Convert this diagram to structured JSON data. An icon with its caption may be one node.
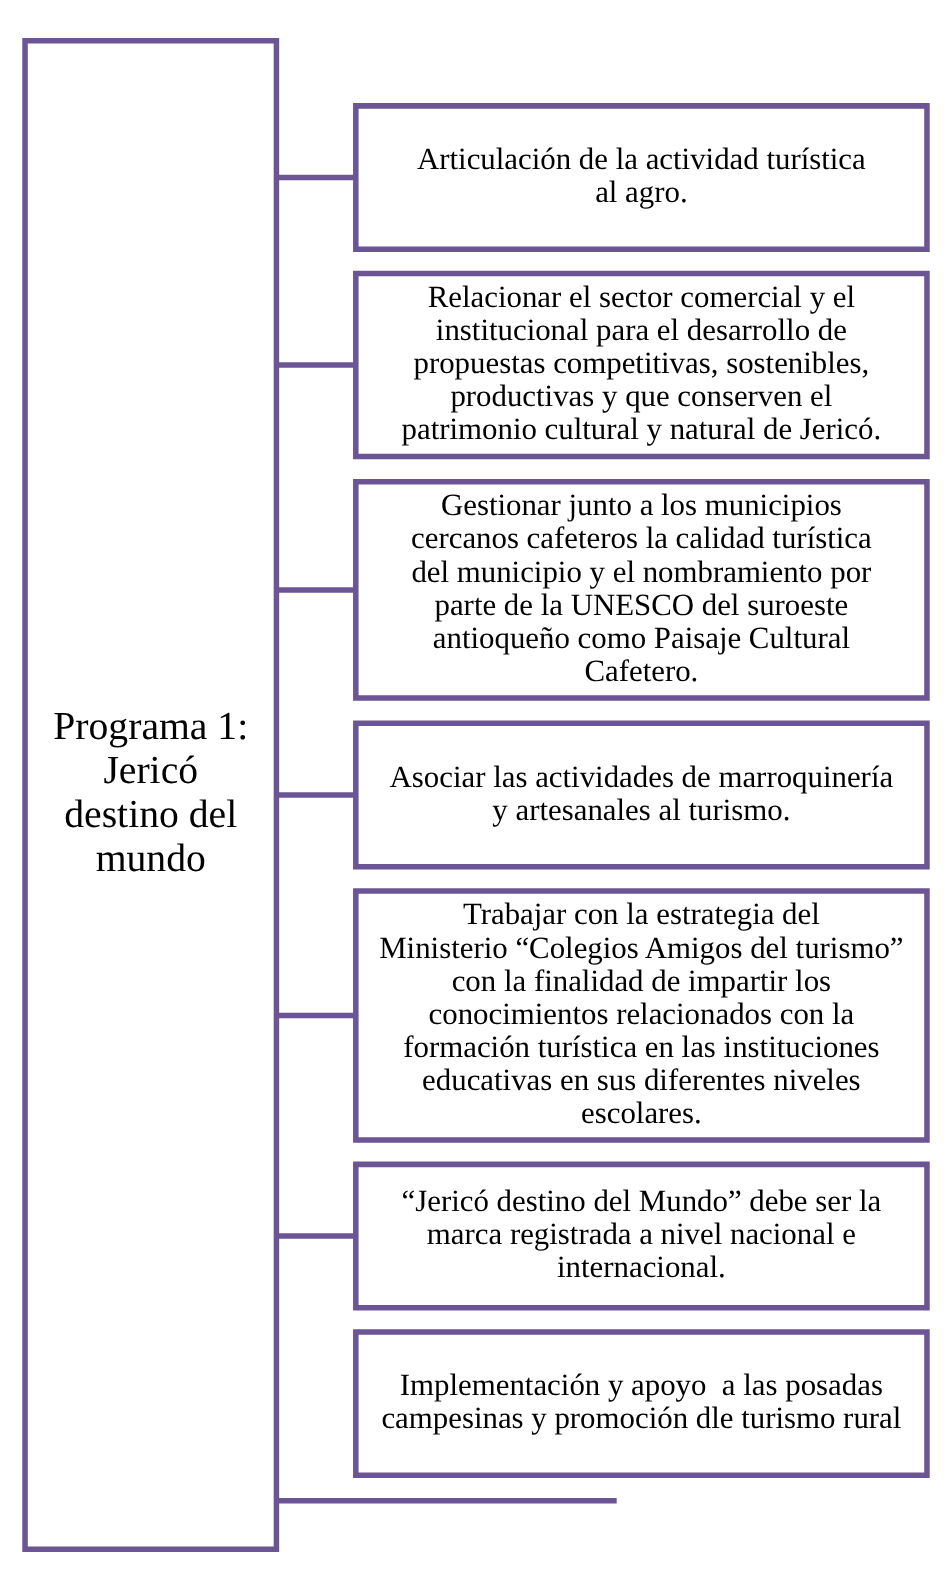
{
  "diagram": {
    "nodes": [
      {
        "text": [
          "Programa 1: Jericó destino del mundo"
        ]
      },
      {
        "text": [
          "Articulación de la actividad turística al agro."
        ]
      },
      {
        "text": [
          "Relacionar el sector comercial y el institucional para el desarrollo de propuestas competitivas, sostenibles, productivas y que conserven el patrimonio cultural y natural de Jericó."
        ]
      },
      {
        "text": [
          "Gestionar junto a los municipios cercanos cafeteros la calidad turística del municipio y el nombramiento por parte de la UNESCO del suroeste antioqueño como Paisaje Cultural Cafetero."
        ]
      },
      {
        "text": [
          "Asociar las actividades de marroquinería y artesanales al turismo."
        ]
      },
      {
        "text": [
          "Trabajar con la estrategia del Ministerio “Colegios Amigos del turismo” con la finalidad de impartir los conocimientos relacionados con la formación turística en las instituciones educativas en sus diferentes niveles escolares."
        ]
      },
      {
        "text": [
          "“Jericó destino del Mundo” debe ser la marca registrada a nivel nacional e internacional."
        ]
      },
      {
        "text": [
          "Implementación y apoyo  a las posadas campesinas y promoción dle turismo rural"
        ]
      }
    ],
    "edges": [
      {
        "from": 0,
        "to": 1,
        "arrow": "none"
      },
      {
        "from": 0,
        "to": 2,
        "arrow": "none"
      },
      {
        "from": 0,
        "to": 3,
        "arrow": "none"
      },
      {
        "from": 0,
        "to": 4,
        "arrow": "none"
      },
      {
        "from": 0,
        "to": 5,
        "arrow": "none"
      },
      {
        "from": 0,
        "to": 6,
        "arrow": "none"
      },
      {
        "from": 0,
        "to": null,
        "arrow": "none"
      }
    ]
  }
}
